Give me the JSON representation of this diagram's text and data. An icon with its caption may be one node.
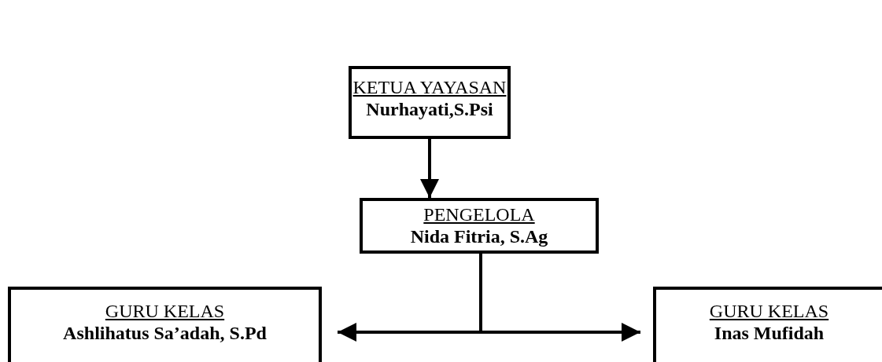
{
  "diagram": {
    "nodes": [
      {
        "text": [
          "KETUA YAYASAN",
          "Nurhayati,S.Psi"
        ]
      },
      {
        "text": [
          "PENGELOLA",
          "Nida Fitria, S.Ag"
        ]
      },
      {
        "text": [
          "GURU KELAS",
          "Ashlihatus Sa’adah, S.Pd"
        ]
      },
      {
        "text": [
          "GURU KELAS",
          "Inas Mufidah"
        ]
      }
    ],
    "edges": [
      {
        "from": 0,
        "to": 1,
        "arrow": "to"
      },
      {
        "from": 1,
        "to": 2,
        "arrow": "to"
      },
      {
        "from": 1,
        "to": 3,
        "arrow": "to"
      }
    ]
  }
}
